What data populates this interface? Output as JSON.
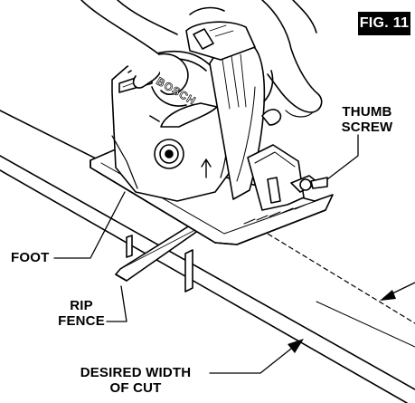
{
  "figure": {
    "label": "FIG. 11"
  },
  "saw": {
    "brand": "BOSCH"
  },
  "labels": {
    "thumb_screw": [
      "THUMB",
      "SCREW"
    ],
    "foot": "FOOT",
    "rip_fence": [
      "RIP",
      "FENCE"
    ],
    "desired_width": [
      "DESIRED WIDTH",
      "OF CUT"
    ]
  },
  "colors": {
    "ink": "#000000",
    "paper": "#ffffff"
  }
}
